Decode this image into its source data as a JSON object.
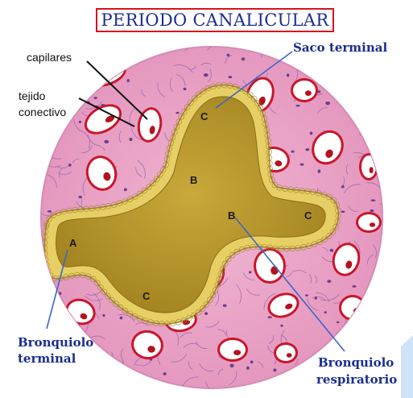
{
  "title": "PERIODO CANALICULAR",
  "labels": {
    "capilares": "capilares",
    "tejido_conectivo_1": "tejido",
    "tejido_conectivo_2": "conectivo",
    "saco_terminal": "Saco terminal",
    "bronquiolo_terminal_1": "Bronquiolo",
    "bronquiolo_terminal_2": "terminal",
    "bronquiolo_respiratorio_1": "Bronquiolo",
    "bronquiolo_respiratorio_2": "respiratorio"
  },
  "region_letters": {
    "a": "A",
    "b_upper": "B",
    "b_lower": "B",
    "c_top": "C",
    "c_right": "C",
    "c_bottom": "C"
  },
  "colors": {
    "title_border": "#d8141c",
    "title_text": "#1b2e8f",
    "tissue": "#e9a5c6",
    "lumen": "#b5952a",
    "epithelium": "#e7cf66",
    "capillary_wall": "#c8162a",
    "leader_blue": "#3a67c8"
  }
}
